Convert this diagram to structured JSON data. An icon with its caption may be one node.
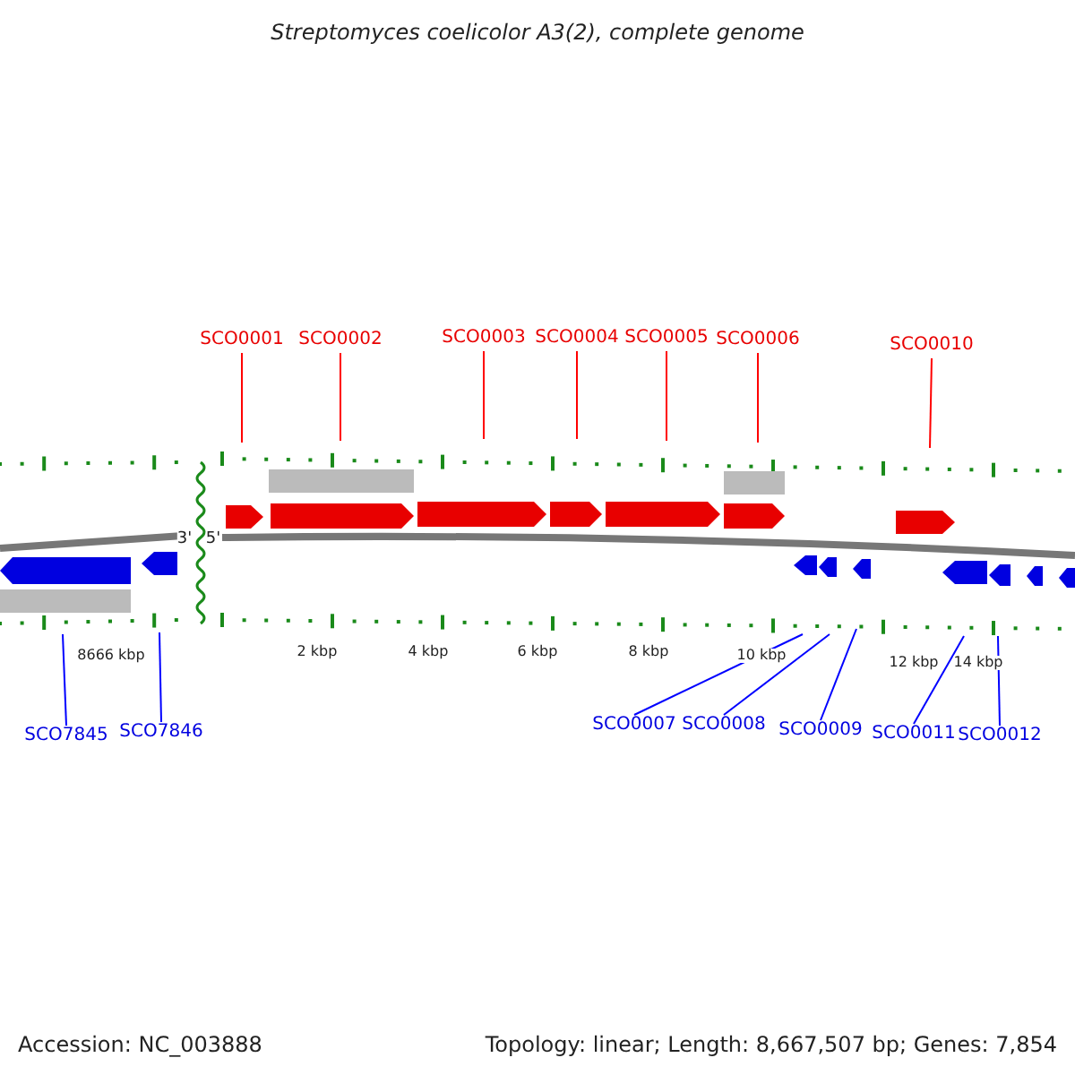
{
  "diagram": {
    "title": "Streptomyces coelicolor A3(2), complete genome",
    "nodes": [
      {
        "text": [
          "SCO0001"
        ]
      },
      {
        "text": [
          "SCO0002"
        ]
      },
      {
        "text": [
          "SCO0003"
        ]
      },
      {
        "text": [
          "SCO0004"
        ]
      },
      {
        "text": [
          "SCO0005"
        ]
      },
      {
        "text": [
          "SCO0006"
        ]
      },
      {
        "text": [
          "SCO0010"
        ]
      },
      {
        "text": [
          "SCO7845"
        ]
      },
      {
        "text": [
          "SCO7846"
        ]
      },
      {
        "text": [
          "SCO0007"
        ]
      },
      {
        "text": [
          "SCO0008"
        ]
      },
      {
        "text": [
          "SCO0009"
        ]
      },
      {
        "text": [
          "SCO0011"
        ]
      },
      {
        "text": [
          "SCO0012"
        ]
      }
    ],
    "edges": [
      {
        "from": 0,
        "to": null,
        "arrow": "none"
      },
      {
        "from": 1,
        "to": null,
        "arrow": "none"
      },
      {
        "from": 2,
        "to": null,
        "arrow": "none"
      },
      {
        "from": 3,
        "to": null,
        "arrow": "none"
      },
      {
        "from": 4,
        "to": null,
        "arrow": "none"
      },
      {
        "from": 5,
        "to": null,
        "arrow": "none"
      },
      {
        "from": 6,
        "to": null,
        "arrow": "none"
      },
      {
        "from": 7,
        "to": null,
        "arrow": "none",
        "color": "#0000ff"
      },
      {
        "from": 8,
        "to": null,
        "arrow": "none",
        "color": "#0000ff"
      },
      {
        "from": 9,
        "to": null,
        "arrow": "none",
        "color": "#0000ff"
      },
      {
        "from": 10,
        "to": null,
        "arrow": "none",
        "color": "#0000ff"
      },
      {
        "from": 11,
        "to": null,
        "arrow": "none",
        "color": "#0000ff"
      },
      {
        "from": 12,
        "to": null,
        "arrow": "none",
        "color": "#0000ff"
      },
      {
        "from": 13,
        "to": null,
        "arrow": "none",
        "color": "#0000ff"
      }
    ],
    "labels": [
      "3'",
      "5'",
      "8666 kbp",
      "2 kbp",
      "4 kbp",
      "6 kbp",
      "8 kbp",
      "10 kbp",
      "12 kbp",
      "14 kbp",
      "Accession: NC_003888",
      "Topology: linear; Length: 8,667,507 bp; Genes: 7,854"
    ]
  }
}
